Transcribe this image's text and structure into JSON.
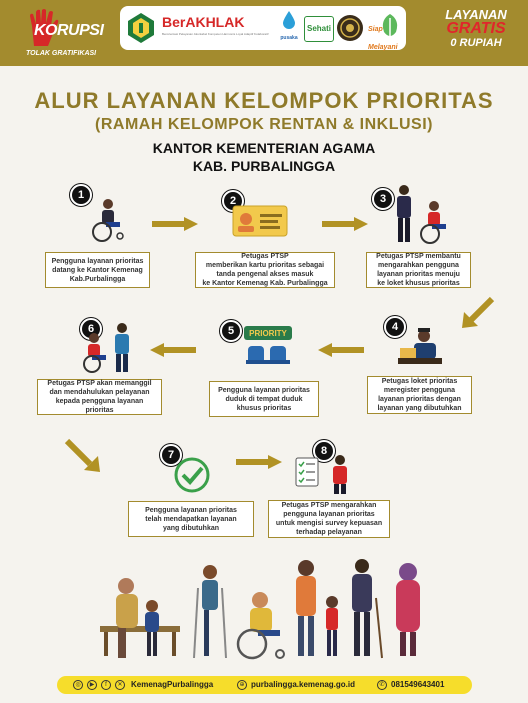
{
  "header": {
    "korupsi_word": "KORUPSI",
    "korupsi_tagline": "TOLAK GRATIFIKASI",
    "logos": [
      {
        "name": "kemenag-logo"
      },
      {
        "name": "berakhlak-logo",
        "label": "BerAKHLAK",
        "tagline": "Berorientasi Pelayanan Akuntabel Kompeten Harmonis Loyal Adaptif Kolaboratif"
      },
      {
        "name": "pusaka-logo",
        "label": "pusaka"
      },
      {
        "name": "sehati-logo",
        "label": "Sehati"
      },
      {
        "name": "seal-logo"
      },
      {
        "name": "siap-melayani-logo",
        "label": "Siap Melayani"
      },
      {
        "name": "green-logo"
      }
    ],
    "badge": {
      "line1": "LAYANAN",
      "line2": "GRATIS",
      "line3": "0 RUPIAH"
    }
  },
  "titles": {
    "main": "ALUR LAYANAN KELOMPOK PRIORITAS",
    "sub": "(RAMAH KELOMPOK RENTAN & INKLUSI)",
    "office": "KANTOR KEMENTERIAN AGAMA",
    "region": "KAB. PURBALINGGA"
  },
  "steps": [
    {
      "number": "1",
      "text": "Pengguna layanan prioritas\ndatang ke Kantor Kemenag\nKab.Purbalingga"
    },
    {
      "number": "2",
      "text": "Petugas PTSP\nmemberikan kartu prioritas sebagai\ntanda pengenal akses masuk\nke Kantor Kemenag Kab. Purbalingga"
    },
    {
      "number": "3",
      "text": "Petugas PTSP membantu\nmengarahkan pengguna\nlayanan prioritas menuju\nke loket khusus prioritas"
    },
    {
      "number": "4",
      "text": "Petugas loket prioritas\nmeregister pengguna\nlayanan prioritas dengan\nlayanan yang dibutuhkan"
    },
    {
      "number": "5",
      "text": "Pengguna layanan prioritas\nduduk di tempat duduk\nkhusus prioritas"
    },
    {
      "number": "6",
      "text": "Petugas PTSP akan memanggil\ndan mendahulukan pelayanan\nkepada pengguna layanan prioritas"
    },
    {
      "number": "7",
      "text": "Pengguna layanan prioritas\ntelah mendapatkan layanan\nyang dibutuhkan"
    },
    {
      "number": "8",
      "text": "Petugas PTSP mengarahkan\npengguna layanan prioritas\nuntuk mengisi survey kepuasan\nterhadap pelayanan"
    }
  ],
  "priority_sign": "PRIORITY",
  "footer": {
    "social": "KemenagPurbalingga",
    "website": "purbalingga.kemenag.go.id",
    "phone": "081549643401"
  },
  "colors": {
    "gold": "#a38b2e",
    "yellow": "#f6dd2b",
    "red": "#e0262b",
    "arrow": "#b19224"
  }
}
